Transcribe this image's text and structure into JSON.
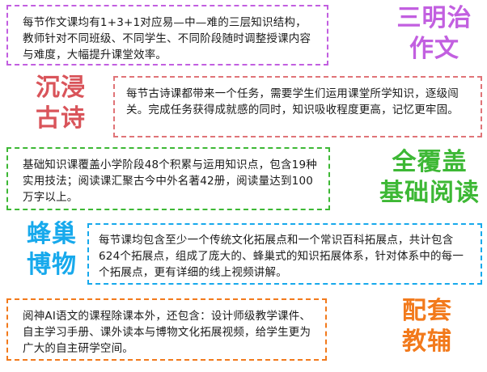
{
  "sections": [
    {
      "title_lines": [
        "三明治",
        "作文"
      ],
      "text": "每节作文课均有1+3+1对应易—中—难的三层知识结构，教师针对不同班级、不同学生、不同阶段随时调整授课内容与难度，大幅提升课堂效率。",
      "color": "#c25fe0"
    },
    {
      "title_lines": [
        "沉浸",
        "古诗"
      ],
      "text": "每节古诗课都带来一个任务，需要学生们运用课堂所学知识，逐级闯关。完成任务获得成就感的同时，知识吸收程度更高，记忆更牢固。",
      "color": "#d9545a"
    },
    {
      "title_lines": [
        "全覆盖",
        "基础阅读"
      ],
      "text": "基础知识课覆盖小学阶段48个积累与运用知识点，包含19种实用技法；阅读课汇聚古今中外名著42册，阅读量达到100万字以上。",
      "color": "#3db835"
    },
    {
      "title_lines": [
        "蜂巢",
        "博物"
      ],
      "text": "每节课均包含至少一个传统文化拓展点和一个常识百科拓展点，共计包含624个拓展点，组成了庞大的、蜂巢式的知识拓展体系，针对体系中的每一个拓展点，更有详细的线上视频讲解。",
      "color": "#17a9ec"
    },
    {
      "title_lines": [
        "配套",
        "教辅"
      ],
      "text": "阅神AI语文的课程除课本外，还包含：设计师级教学课件、自主学习手册、课外读本与博物文化拓展视频，给学生更为广大的自主研学空间。",
      "color": "#f27a1c"
    }
  ]
}
